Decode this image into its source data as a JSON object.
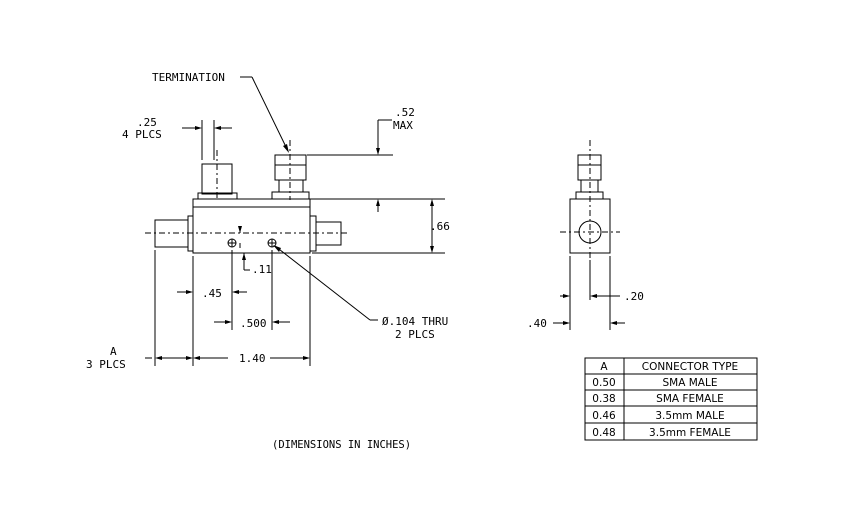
{
  "labels": {
    "termination": "TERMINATION",
    "width_dim": ".25",
    "width_qty": "4 PLCS",
    "max_height": ".52",
    "max_word": "MAX",
    "body_height": ".66",
    "offset_11": ".11",
    "dim_45": ".45",
    "dim_500": ".500",
    "hole_spec": "Ø.104 THRU",
    "hole_qty": "2 PLCS",
    "a_label": "A",
    "a_qty": "3 PLCS",
    "length": "1.40",
    "dim_20": ".20",
    "dim_40": ".40",
    "units_note": "(DIMENSIONS IN INCHES)"
  },
  "connector_table": {
    "headers": [
      "A",
      "CONNECTOR TYPE"
    ],
    "rows": [
      {
        "a": "0.50",
        "type": "SMA MALE"
      },
      {
        "a": "0.38",
        "type": "SMA FEMALE"
      },
      {
        "a": "0.46",
        "type": "3.5mm MALE"
      },
      {
        "a": "0.48",
        "type": "3.5mm FEMALE"
      }
    ]
  }
}
